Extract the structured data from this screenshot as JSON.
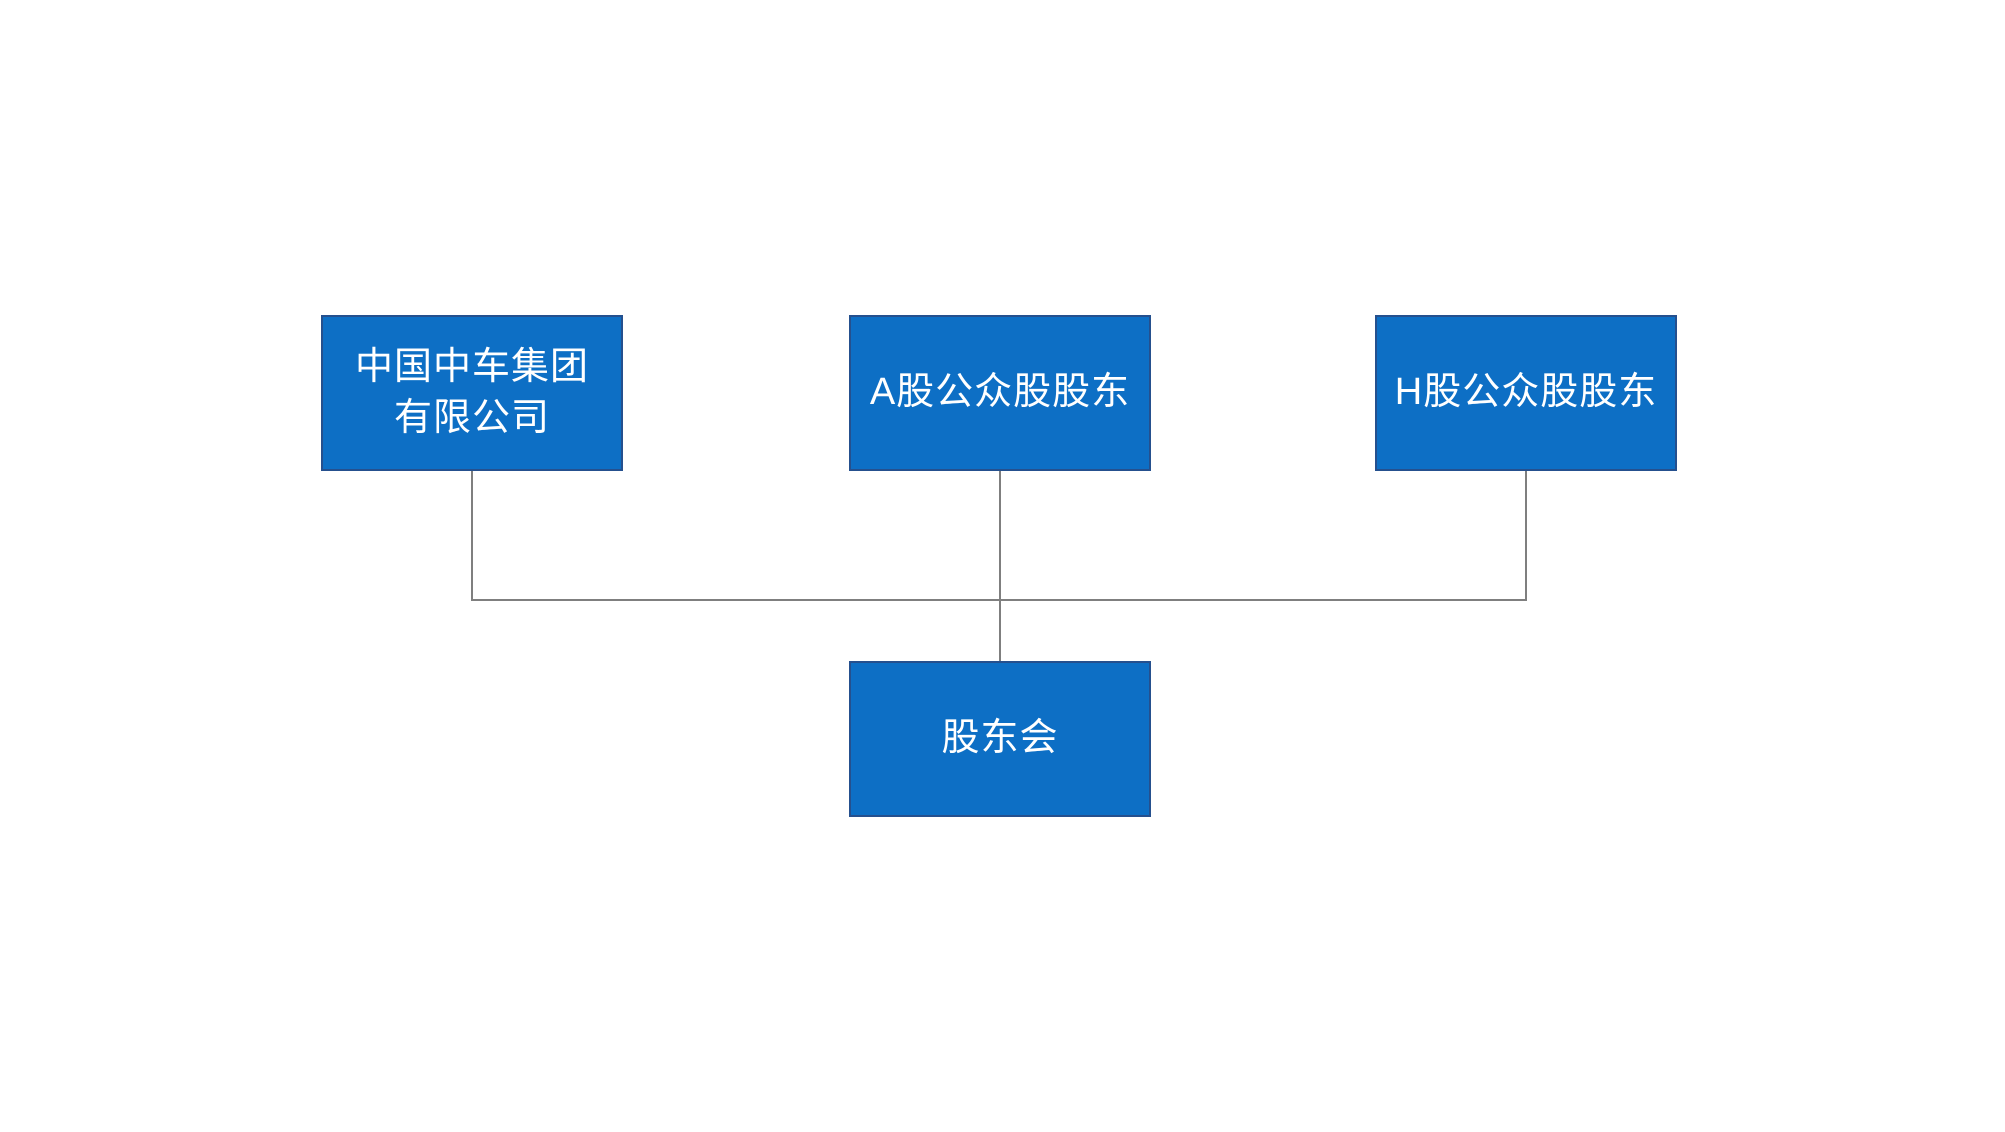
{
  "diagram": {
    "type": "org-chart",
    "colors": {
      "background": "#ffffff",
      "node_fill": "#0d6fc5",
      "node_border": "#25508e",
      "connector_color": "#7f7f7f",
      "text_color": "#ffffff"
    },
    "nodes": [
      {
        "id": "crrc-group",
        "label": "中国中车集团\n有限公司"
      },
      {
        "id": "a-share-shareholders",
        "label": "A股公众股股东"
      },
      {
        "id": "h-share-shareholders",
        "label": "H股公众股股东"
      },
      {
        "id": "shareholders-meeting",
        "label": "股东会"
      }
    ],
    "edges": [
      {
        "from": "crrc-group",
        "to": "shareholders-meeting"
      },
      {
        "from": "a-share-shareholders",
        "to": "shareholders-meeting"
      },
      {
        "from": "h-share-shareholders",
        "to": "shareholders-meeting"
      }
    ]
  }
}
